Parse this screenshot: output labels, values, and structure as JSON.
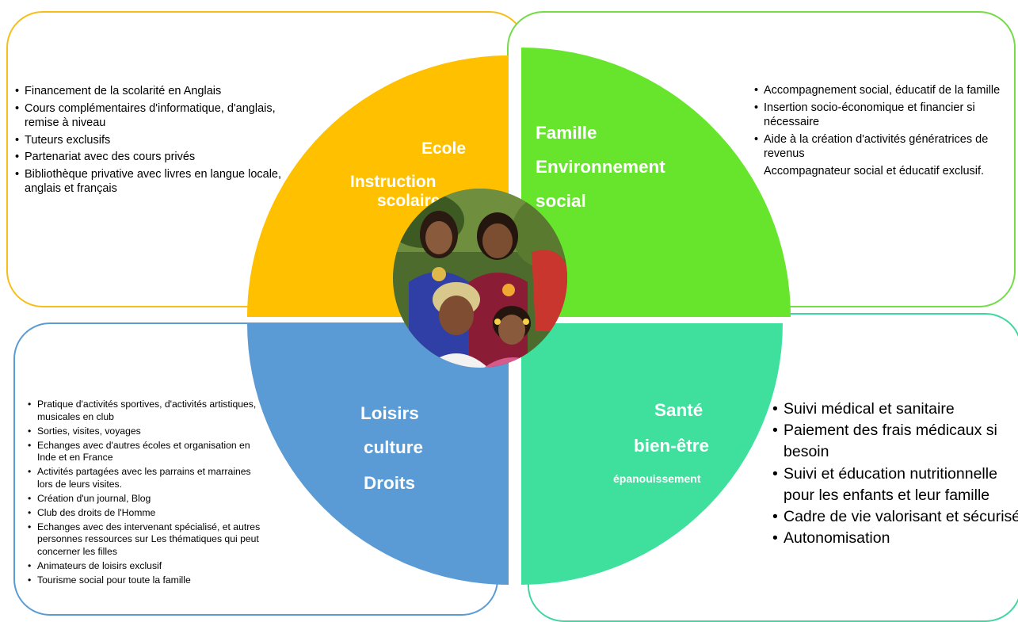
{
  "quadrants": {
    "ecole": {
      "title": "Ecole",
      "subtitle_line1": "Instruction",
      "subtitle_line2": "scolaire",
      "color": "#ffc000",
      "border": "#f7be1a",
      "items": [
        "Financement de la scolarité en Anglais",
        "Cours complémentaires d'informatique, d'anglais, remise à niveau",
        "Tuteurs exclusifs",
        "Partenariat avec des cours privés",
        "Bibliothèque privative avec livres en langue locale, anglais et français"
      ]
    },
    "famille": {
      "title": "Famille",
      "subtitle_line1": "Environnement",
      "subtitle_line2": "social",
      "color": "#66e52c",
      "border": "#73dc46",
      "items": [
        "Accompagnement social, éducatif de la famille",
        "Insertion socio-économique et financier si nécessaire",
        "Aide à la création d'activités génératrices de revenus"
      ],
      "note": "Accompagnateur social et éducatif exclusif."
    },
    "loisirs": {
      "title": "Loisirs",
      "subtitle_line1": "culture",
      "subtitle_line2": "Droits",
      "color": "#5b9bd5",
      "border": "#5a9bd5",
      "items": [
        "Pratique d'activités sportives, d'activités artistiques, musicales en club",
        "Sorties, visites, voyages",
        "Echanges avec d'autres écoles et organisation en Inde et en France",
        "Activités partagées avec les parrains et marraines lors de leurs visites.",
        "Création d'un journal, Blog",
        "Club des droits de l'Homme",
        "Echanges avec des intervenant spécialisé, et autres personnes ressources sur Les thématiques qui peut concerner les filles",
        "Animateurs de loisirs exclusif",
        "Tourisme social pour toute la famille"
      ]
    },
    "sante": {
      "title": "Santé",
      "subtitle_line1": "bien-être",
      "subtitle_line2": "épanouissement",
      "color": "#3fe09d",
      "border": "#3fd7a0",
      "items": [
        "Suivi médical et sanitaire",
        "Paiement des frais médicaux si besoin",
        "Suivi et éducation nutritionnelle pour les enfants et leur famille",
        "Cadre de vie valorisant et sécurisé",
        "Autonomisation"
      ]
    }
  }
}
